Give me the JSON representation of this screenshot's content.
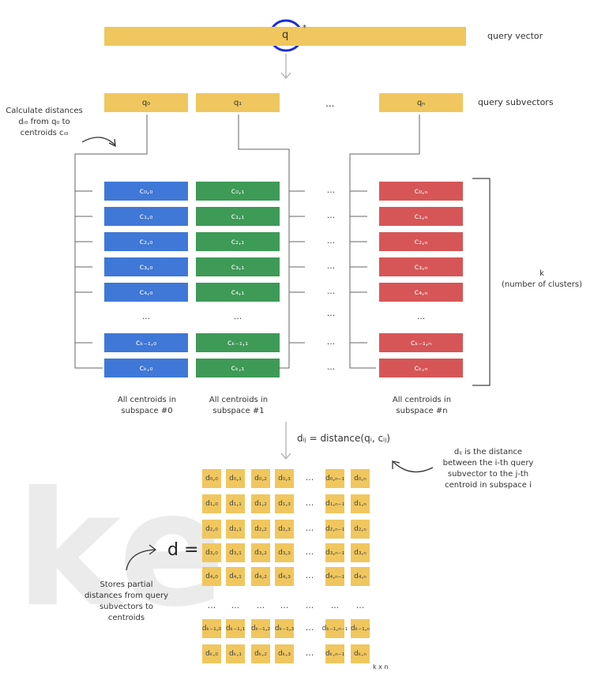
{
  "watermark": "ke",
  "query": {
    "label": "q",
    "caption": "query vector",
    "star": "*",
    "subvectors": [
      "q₀",
      "q₁",
      "qₙ"
    ],
    "subvectors_caption": "query subvectors",
    "dots": "..."
  },
  "calc_note": {
    "line1": "Calculate distances",
    "line2": "dᵢ₀ from q₀ to",
    "line3": "centroids cᵢ₀"
  },
  "centroids": {
    "col0": [
      "c₀,₀",
      "c₁,₀",
      "c₂,₀",
      "c₃,₀",
      "c₄,₀",
      "cₖ₋₁,₀",
      "cₖ,₀"
    ],
    "col1": [
      "c₀,₁",
      "c₁,₁",
      "c₂,₁",
      "c₃,₁",
      "c₄,₁",
      "cₖ₋₁,₁",
      "cₖ,₁"
    ],
    "coln": [
      "c₀,ₙ",
      "c₁,ₙ",
      "c₂,ₙ",
      "c₃,ₙ",
      "c₄,ₙ",
      "cₖ₋₁,ₙ",
      "cₖ,ₙ"
    ],
    "dots": "...",
    "k_label": "k",
    "k_caption": "(number of clusters)",
    "captions": [
      [
        "All centroids in",
        "subspace #0"
      ],
      [
        "All centroids in",
        "subspace #1"
      ],
      [
        "All centroids in",
        "subspace #n"
      ]
    ]
  },
  "formula": "dᵢⱼ = distance(qᵢ, cᵢⱼ)",
  "dist_note": [
    "dᵢⱼ is the distance",
    "between the i-th query",
    "subvector to the j-th",
    "centroid in subspace i"
  ],
  "store_note": [
    "Stores partial",
    "distances from query",
    "subvectors to",
    "centroids"
  ],
  "d_label": "d =",
  "matrix": {
    "rows": [
      [
        "d₀,₀",
        "d₀,₁",
        "d₀,₂",
        "d₀,₃",
        "...",
        "d₀,ₙ₋₁",
        "d₀,ₙ"
      ],
      [
        "d₁,₀",
        "d₁,₁",
        "d₁,₂",
        "d₁,₃",
        "...",
        "d₁,ₙ₋₁",
        "d₁,ₙ"
      ],
      [
        "d₂,₀",
        "d₂,₁",
        "d₂,₂",
        "d₂,₃",
        "...",
        "d₂,ₙ₋₁",
        "d₂,ₙ"
      ],
      [
        "d₃,₀",
        "d₃,₁",
        "d₃,₂",
        "d₃,₃",
        "...",
        "d₃,ₙ₋₁",
        "d₃,ₙ"
      ],
      [
        "d₄,₀",
        "d₄,₁",
        "d₄,₂",
        "d₄,₃",
        "...",
        "d₄,ₙ₋₁",
        "d₄,ₙ"
      ],
      [
        "...",
        "...",
        "...",
        "...",
        "...",
        "...",
        "..."
      ],
      [
        "dₖ₋₁,₀",
        "dₖ₋₁,₁",
        "dₖ₋₁,₂",
        "dₖ₋₁,₃",
        "...",
        "dₖ₋₁,ₙ₋₁",
        "dₖ₋₁,ₙ"
      ],
      [
        "dₖ,₀",
        "dₖ,₁",
        "dₖ,₂",
        "dₖ,₃",
        "...",
        "dₖ,ₙ₋₁",
        "dₖ,ₙ"
      ]
    ],
    "size_label": "k x n"
  },
  "colors": {
    "yellow": "#f0c75e",
    "blue": "#3f78d6",
    "green": "#3e9a57",
    "red": "#d65657",
    "highlight": "#1a2fd1"
  }
}
